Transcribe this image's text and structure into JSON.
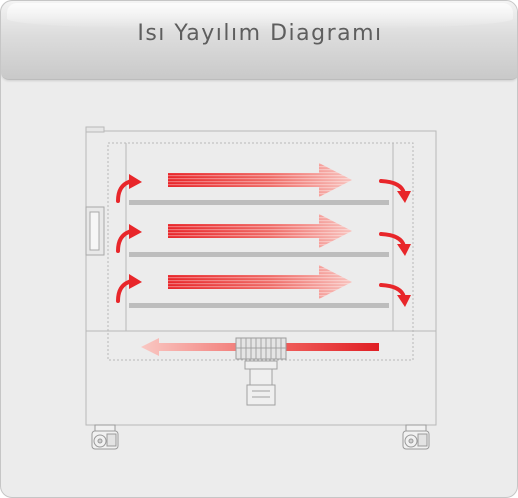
{
  "header": {
    "title": "Isı Yayılım Diagramı"
  },
  "colors": {
    "panel_background": "#ececec",
    "heat_arrow": "#e8262a",
    "heat_arrow_fade": "#f6b6b0",
    "shelf": "#bdbdbd",
    "outline": "#b5b5b5"
  },
  "diagram": {
    "shelves": 3,
    "heat_flow_rows": 3,
    "return_flow": "right-to-left along base",
    "components": [
      "cabinet",
      "door-handle",
      "shelf",
      "heat-arrow",
      "return-arrow",
      "heater-coil",
      "fan-motor",
      "caster-wheel"
    ]
  }
}
